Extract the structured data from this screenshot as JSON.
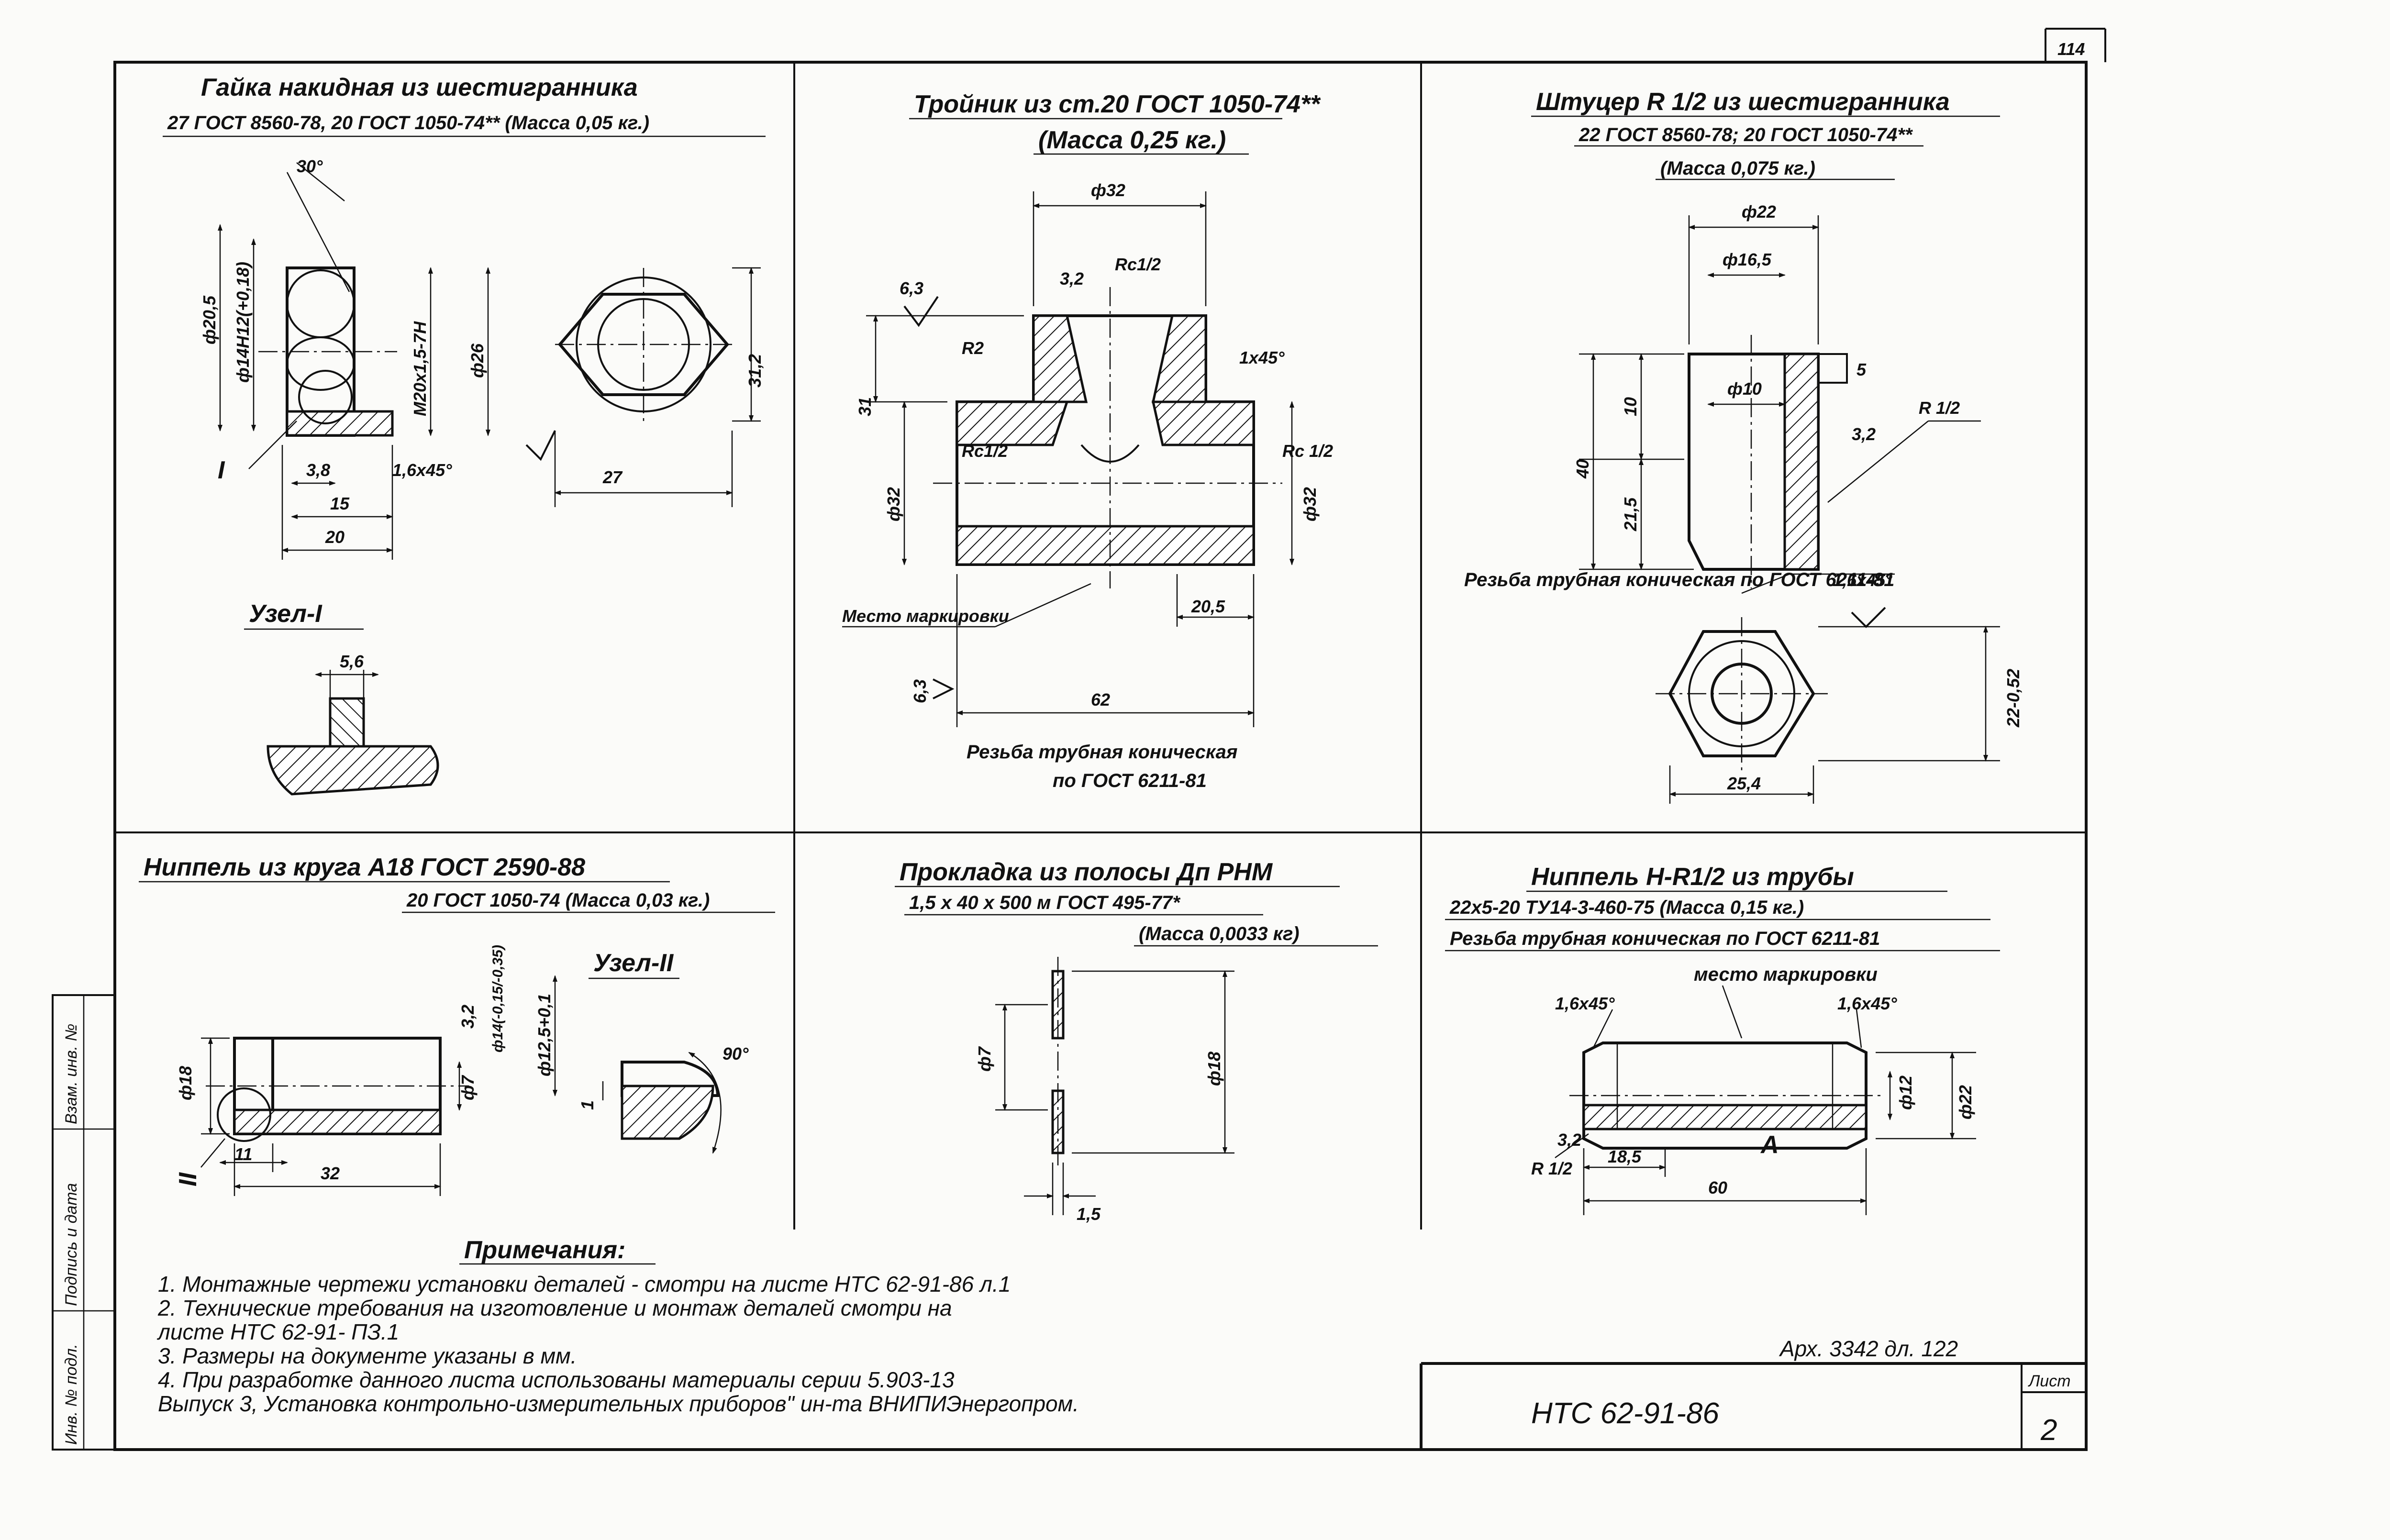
{
  "sheet": {
    "page_number": "114",
    "doc_code": "НТС 62-91-86",
    "list_label": "Лист",
    "list_number": "2",
    "archive_note": "Арх. 3342 дл. 122",
    "side_stamp": [
      "Инв. № подл.",
      "Подпись и дата",
      "Взам. инв. №"
    ]
  },
  "parts": {
    "nut": {
      "title1": "Гайка накидная из шестигранника",
      "title2": "27 ГОСТ 8560-78, 20 ГОСТ 1050-74** (Масса 0,05 кг.)",
      "dims": [
        "30°",
        "ф20,5",
        "ф14Н12(+0,18)",
        "M20x1,5-7H",
        "ф26",
        "31,2",
        "27",
        "3,8",
        "1,6x45°",
        "15",
        "20"
      ],
      "node_label": "I",
      "node_title": "Узел-I",
      "node_dim": "5,6"
    },
    "tee": {
      "title1": "Тройник из ст.20 ГОСТ 1050-74**",
      "title2": "(Масса 0,25 кг.)",
      "dims": [
        "ф32",
        "6,3",
        "3,2",
        "Rc1/2",
        "R2",
        "1x45°",
        "31",
        "Rc1/2",
        "Rc 1/2",
        "ф32",
        "ф32",
        "20,5",
        "6,3",
        "62"
      ],
      "mark_label": "Место маркировки",
      "thread_note1": "Резьба трубная коническая",
      "thread_note2": "по ГОСТ 6211-81"
    },
    "fitting": {
      "title1": "Штуцер R 1/2 из шестигранника",
      "title2": "22 ГОСТ 8560-78; 20 ГОСТ 1050-74**",
      "title3": "(Масса 0,075 кг.)",
      "dims": [
        "ф22",
        "ф16,5",
        "ф10",
        "5",
        "10",
        "40",
        "21,5",
        "3,2",
        "R 1/2",
        "1,6x45°",
        "22-0,52",
        "25,4"
      ],
      "thread_note": "Резьба трубная коническая по ГОСТ 6211-81"
    },
    "nipple_rod": {
      "title1": "Ниппель из круга А18 ГОСТ 2590-88",
      "title2": "20 ГОСТ 1050-74 (Масса 0,03 кг.)",
      "dims": [
        "ф18",
        "ф7",
        "3,2",
        "ф14(-0,15/-0,35)",
        "ф12,5+0,1",
        "1",
        "11",
        "32",
        "90°"
      ],
      "node_label": "II",
      "node_title": "Узел-II"
    },
    "gasket": {
      "title1": "Прокладка из полосы Дп РНМ",
      "title2": "1,5 x 40 x 500 м ГОСТ 495-77*",
      "title3": "(Масса 0,0033 кг)",
      "dims": [
        "ф7",
        "ф18",
        "1,5"
      ]
    },
    "nipple_pipe": {
      "title1": "Ниппель Н-R1/2 из трубы",
      "title2": "22x5-20 ТУ14-3-460-75 (Масса 0,15 кг.)",
      "title3": "Резьба трубная коническая по ГОСТ 6211-81",
      "mark_label": "место маркировки",
      "dims": [
        "1,6x45°",
        "1,6x45°",
        "ф12",
        "ф22",
        "R 1/2",
        "3,2",
        "18,5",
        "60",
        "А"
      ]
    }
  },
  "notes": {
    "title": "Примечания:",
    "lines": [
      "1. Монтажные чертежи установки деталей - смотри на листе НТС 62-91-86 л.1",
      "2. Технические требования на изготовление и монтаж деталей смотри на",
      "    листе НТС 62-91- ПЗ.1",
      "3. Размеры на документе указаны в мм.",
      "4. При разработке данного листа использованы материалы серии 5.903-13",
      "    Выпуск 3, Установка контрольно-измерительных приборов\" ин-та ВНИПИЭнергопром."
    ]
  }
}
